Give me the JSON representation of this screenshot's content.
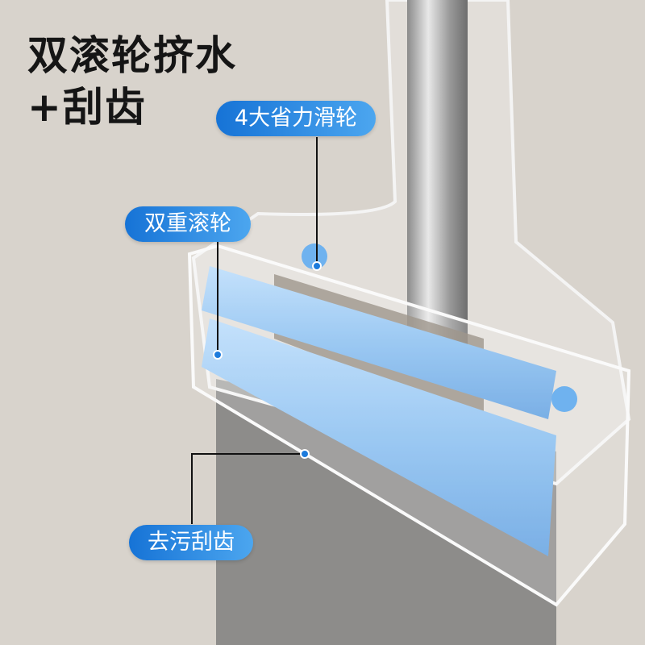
{
  "headline": {
    "line1": "双滚轮挤水",
    "line2": "+刮齿"
  },
  "callouts": [
    {
      "label": "4大省力滑轮"
    },
    {
      "label": "双重滚轮"
    },
    {
      "label": "去污刮齿"
    }
  ],
  "colors": {
    "background": "#d8d3cc",
    "accent": "#1673d6",
    "roller": "#8fc0f0",
    "pad": "#8d8c8a"
  }
}
